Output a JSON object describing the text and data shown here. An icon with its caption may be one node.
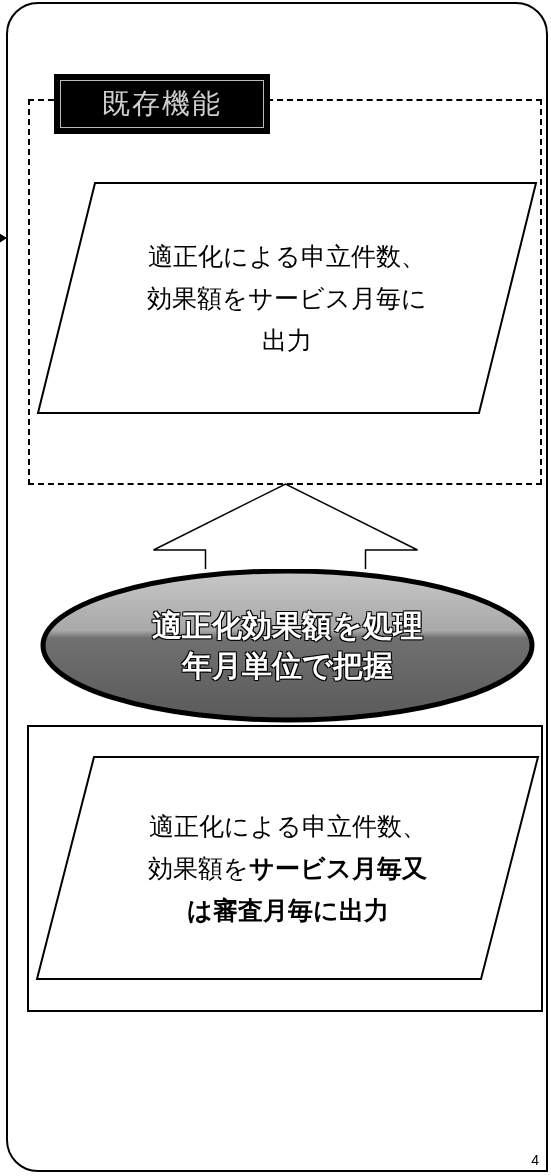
{
  "diagram": {
    "nodes": [
      {
        "text": [],
        "shape": "box"
      },
      {
        "text": [
          "既存機能"
        ],
        "in": 0
      },
      {
        "text": [
          "適正化による申立件数、効果額をサービス月毎に出力"
        ],
        "in": 1
      },
      {
        "text": [],
        "shape": "box",
        "in": 0
      },
      {
        "text": [
          "適正化効果額を処理年月単位で把握"
        ],
        "in": 0
      },
      {
        "text": [
          "適正化による申立件数、効果額を**サービス月毎又は審査月毎に出力**"
        ],
        "in": 3
      }
    ],
    "edges": [
      {
        "from": 4,
        "to": 1,
        "arrow": "to",
        "style": "thick"
      },
      {
        "from": null,
        "to": 0,
        "arrow": "to"
      }
    ],
    "labels": [
      "4"
    ]
  }
}
